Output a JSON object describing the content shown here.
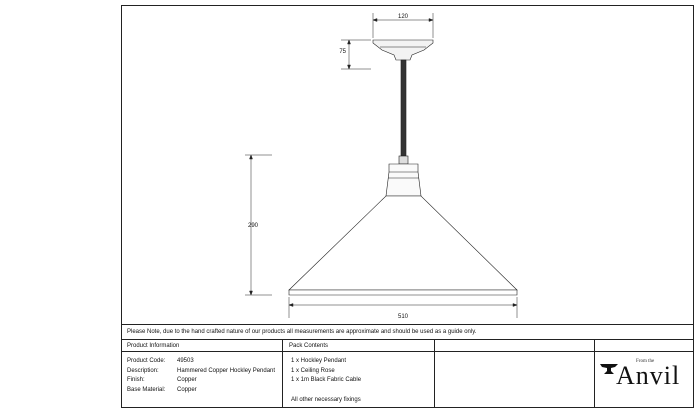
{
  "dimensions": {
    "rose_width": "120",
    "rose_height": "75",
    "shade_height": "290",
    "shade_width": "510"
  },
  "note": "Please Note, due to the hand crafted nature of our products all measurements are approximate and should be used as a guide only.",
  "product_info": {
    "header": "Product Information",
    "rows": [
      {
        "label": "Product Code:",
        "value": "49503"
      },
      {
        "label": "Description:",
        "value": "Hammered Copper Hockley Pendant"
      },
      {
        "label": "Finish:",
        "value": "Copper"
      },
      {
        "label": "Base Material:",
        "value": "Copper"
      }
    ]
  },
  "pack_contents": {
    "header": "Pack Contents",
    "items": [
      "1 x Hockley Pendant",
      "1 x Ceiling Rose",
      "1 x 1m Black Fabric Cable"
    ],
    "extra": "All other necessary fixings"
  },
  "logo": {
    "from_text": "From the",
    "brand": "Anvil"
  }
}
